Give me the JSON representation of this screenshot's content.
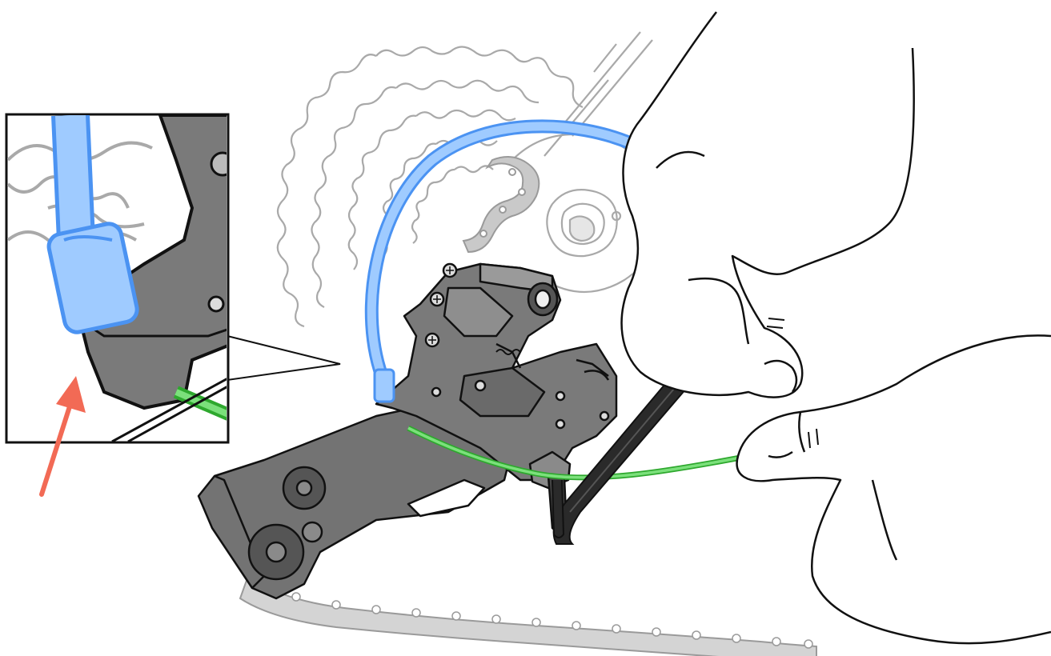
{
  "illustration": {
    "parts": [
      {
        "name": "cassette-cogs",
        "color": "#a6a6a6"
      },
      {
        "name": "rear-wheel-hub",
        "color": "#a6a6a6"
      },
      {
        "name": "bike-chain",
        "color": "#a6a6a6"
      },
      {
        "name": "rear-derailleur",
        "color": "#6e6e6e"
      },
      {
        "name": "shift-cable-housing",
        "color": "#8fc3ff"
      },
      {
        "name": "inner-shift-cable",
        "color": "#5ad25a"
      },
      {
        "name": "hex-key",
        "color": "#333333"
      },
      {
        "name": "upper-hand",
        "color": "#ffffff"
      },
      {
        "name": "lower-hand",
        "color": "#ffffff"
      }
    ],
    "inset": {
      "name": "zoom-inset-cable-stop",
      "shows": [
        "shift-cable-housing",
        "rear-derailleur",
        "inner-shift-cable"
      ]
    },
    "pointer": {
      "name": "pointer-arrow",
      "color": "#f26a55"
    }
  }
}
